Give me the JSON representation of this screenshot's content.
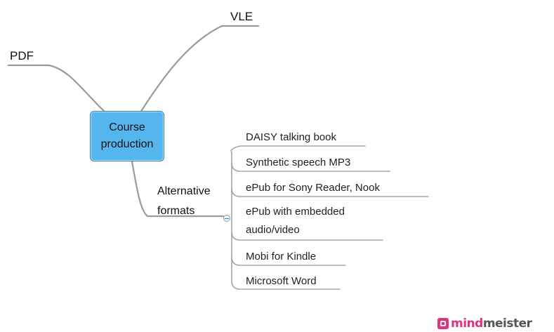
{
  "center_node": {
    "label": "Course\nproduction"
  },
  "top_nodes": [
    {
      "id": "vle",
      "label": "VLE"
    },
    {
      "id": "pdf",
      "label": "PDF"
    }
  ],
  "branch": {
    "label": "Alternative\nformats",
    "children": [
      {
        "label": "DAISY talking book"
      },
      {
        "label": "Synthetic speech MP3"
      },
      {
        "label": "ePub for Sony Reader, Nook"
      },
      {
        "label": "ePub with embedded\naudio/video"
      },
      {
        "label": "Mobi for Kindle"
      },
      {
        "label": "Microsoft Word"
      }
    ]
  },
  "logo": {
    "part1": "mind",
    "part2": "meister"
  },
  "colors": {
    "line": "#9a9a9a",
    "center_fill": "#55b6ee",
    "center_border": "#2f7fb4",
    "brand": "#e0337e"
  }
}
